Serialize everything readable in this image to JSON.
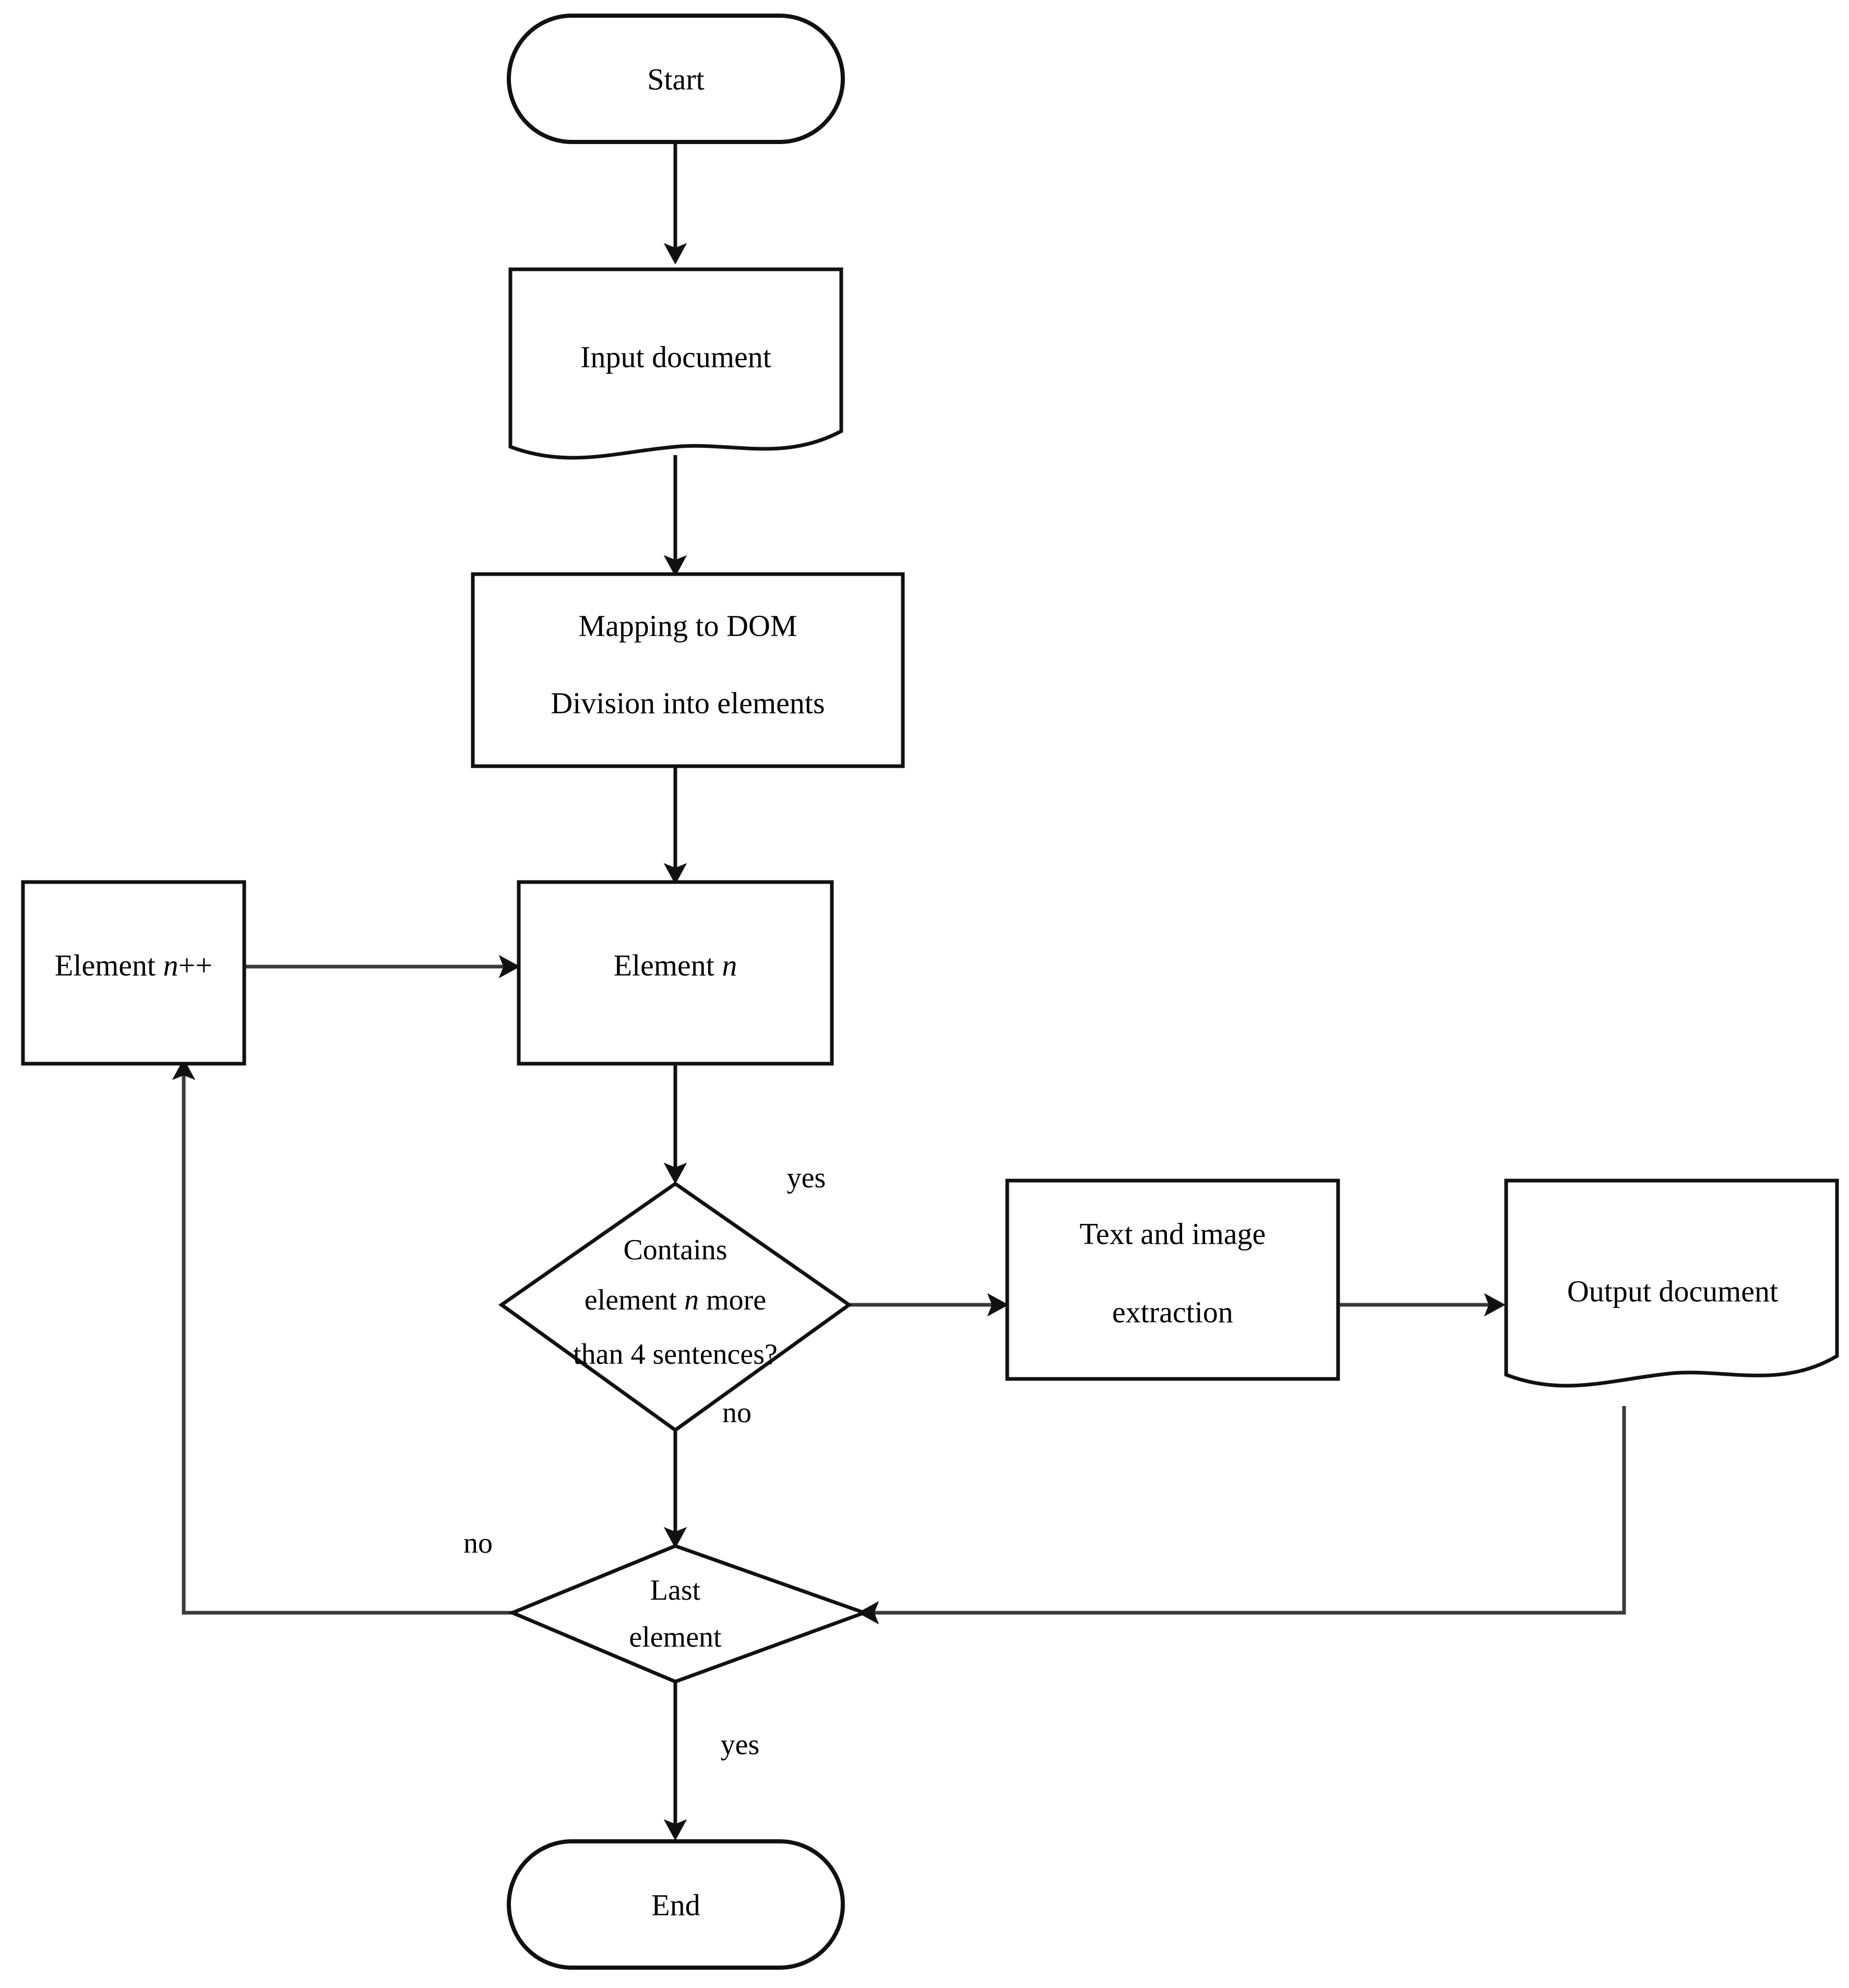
{
  "diagram": {
    "title": "Document element extraction flowchart",
    "type": "flowchart",
    "colors": {
      "background": "#ffffff",
      "stroke": "#111111",
      "connector": "#3a3a3a",
      "text": "#000000"
    },
    "nodes": {
      "start": {
        "label": "Start",
        "shape": "terminator"
      },
      "input_document": {
        "label": "Input document",
        "shape": "document"
      },
      "mapping": {
        "line1": "Mapping to DOM",
        "line2": "Division into elements",
        "shape": "process"
      },
      "element_inc": {
        "prefix": "Element ",
        "variable": "n",
        "suffix": "++",
        "shape": "process"
      },
      "element_n": {
        "prefix": "Element ",
        "variable": "n",
        "suffix": "",
        "shape": "process"
      },
      "decision_sentences": {
        "line1": "Contains",
        "line2_prefix": "element ",
        "line2_variable": "n",
        "line2_suffix": " more",
        "line3": "than 4 sentences?",
        "shape": "decision"
      },
      "extraction": {
        "line1": "Text and image",
        "line2": "extraction",
        "shape": "process"
      },
      "output_document": {
        "label": "Output document",
        "shape": "document"
      },
      "decision_last": {
        "line1": "Last",
        "line2": "element",
        "shape": "decision"
      },
      "end": {
        "label": "End",
        "shape": "terminator"
      }
    },
    "edge_labels": {
      "sentences_yes": "yes",
      "sentences_no": "no",
      "last_no": "no",
      "last_yes": "yes"
    }
  }
}
